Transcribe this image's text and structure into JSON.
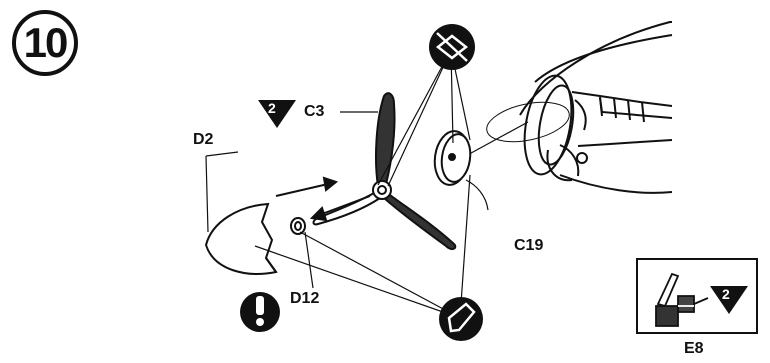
{
  "step": {
    "number": "10"
  },
  "labels": {
    "c3": "C3",
    "c3_badge": "2",
    "d2": "D2",
    "d12": "D12",
    "c19": "C19",
    "e8": "E8",
    "e8_badge": "2"
  },
  "icons": {
    "top_symbol": "no-glue-icon",
    "bottom_symbol": "glue-icon",
    "attention": "exclamation-icon"
  },
  "colors": {
    "ink": "#111111",
    "paper": "#ffffff"
  }
}
